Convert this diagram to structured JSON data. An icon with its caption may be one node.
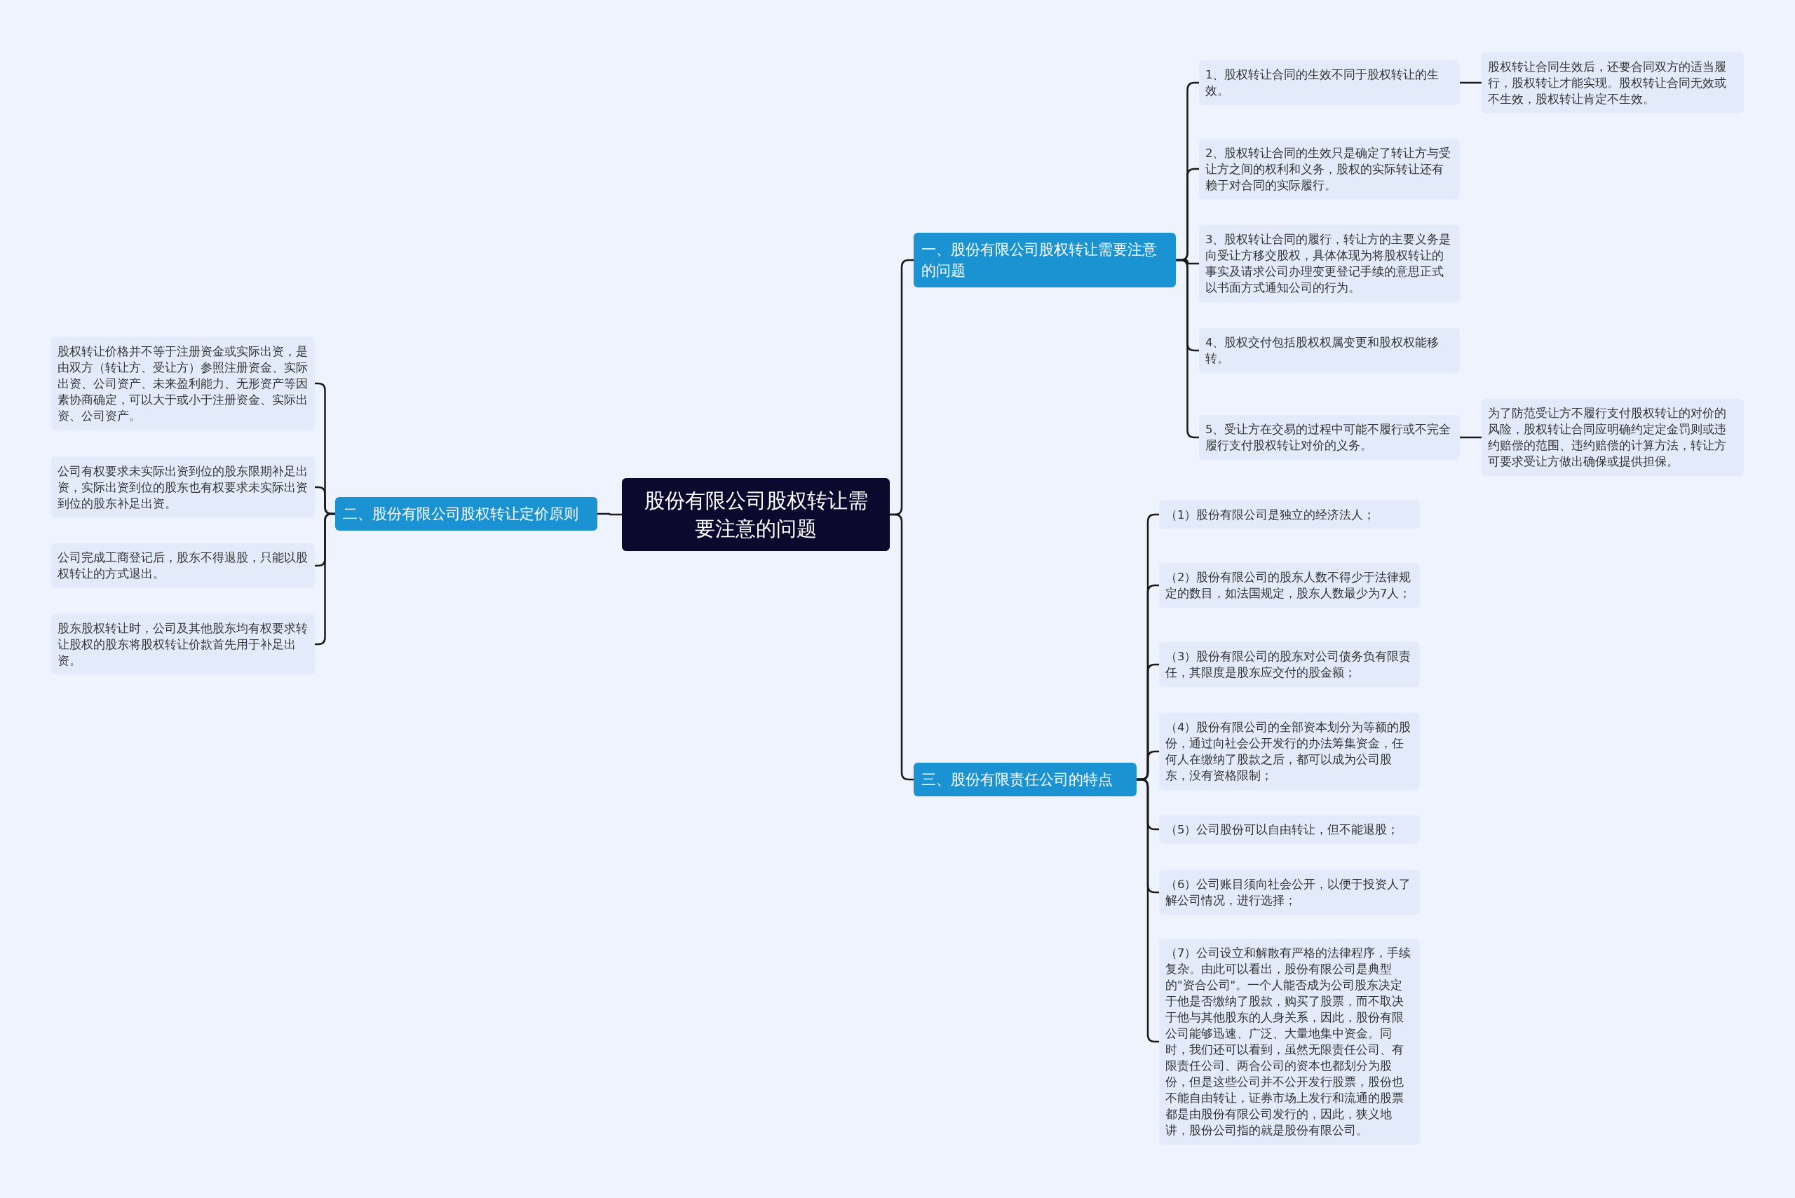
{
  "diagram": {
    "nodes": [
      {
        "text": [
          "股份有限公司股权转让需要注意的问题"
        ]
      },
      {
        "text": [
          "一、股份有限公司股权转让需要注意的问题"
        ]
      },
      {
        "text": [
          "1、股权转让合同的生效不同于股权转让的生效。"
        ]
      },
      {
        "text": [
          "股权转让合同生效后，还要合同双方的适当履行，股权转让才能实现。股权转让合同无效或不生效，股权转让肯定不生效。"
        ]
      },
      {
        "text": [
          "2、股权转让合同的生效只是确定了转让方与受让方之间的权利和义务，股权的实际转让还有赖于对合同的实际履行。"
        ]
      },
      {
        "text": [
          "3、股权转让合同的履行，转让方的主要义务是向受让方移交股权，具体体现为将股权转让的事实及请求公司办理变更登记手续的意思正式以书面方式通知公司的行为。"
        ]
      },
      {
        "text": [
          "4、股权交付包括股权权属变更和股权权能移转。"
        ]
      },
      {
        "text": [
          "5、受让方在交易的过程中可能不履行或不完全履行支付股权转让对价的义务。"
        ]
      },
      {
        "text": [
          "为了防范受让方不履行支付股权转让的对价的风险，股权转让合同应明确约定定金罚则或违约赔偿的范围、违约赔偿的计算方法，转让方可要求受让方做出确保或提供担保。"
        ]
      },
      {
        "text": [
          "二、股份有限公司股权转让定价原则"
        ]
      },
      {
        "text": [
          "股权转让价格并不等于注册资金或实际出资，是由双方（转让方、受让方）参照注册资金、实际出资、公司资产、未来盈利能力、无形资产等因素协商确定，可以大于或小于注册资金、实际出资、公司资产。"
        ]
      },
      {
        "text": [
          "公司有权要求未实际出资到位的股东限期补足出资，实际出资到位的股东也有权要求未实际出资到位的股东补足出资。"
        ]
      },
      {
        "text": [
          "公司完成工商登记后，股东不得退股，只能以股权转让的方式退出。"
        ]
      },
      {
        "text": [
          "股东股权转让时，公司及其他股东均有权要求转让股权的股东将股权转让价款首先用于补足出资。"
        ]
      },
      {
        "text": [
          "三、股份有限责任公司的特点"
        ]
      },
      {
        "text": [
          "（1）股份有限公司是独立的经济法人；"
        ]
      },
      {
        "text": [
          "（2）股份有限公司的股东人数不得少于法律规定的数目，如法国规定，股东人数最少为7人；"
        ]
      },
      {
        "text": [
          "（3）股份有限公司的股东对公司债务负有限责任，其限度是股东应交付的股金额；"
        ]
      },
      {
        "text": [
          "（4）股份有限公司的全部资本划分为等额的股份，通过向社会公开发行的办法筹集资金，任何人在缴纳了股款之后，都可以成为公司股东，没有资格限制；"
        ]
      },
      {
        "text": [
          "（5）公司股份可以自由转让，但不能退股；"
        ]
      },
      {
        "text": [
          "（6）公司账目须向社会公开，以便于投资人了解公司情况，进行选择；"
        ]
      },
      {
        "text": [
          "（7）公司设立和解散有严格的法律程序，手续复杂。由此可以看出，股份有限公司是典型的\"资合公司\"。一个人能否成为公司股东决定于他是否缴纳了股款，购买了股票，而不取决于他与其他股东的人身关系，因此，股份有限公司能够迅速、广泛、大量地集中资金。同时，我们还可以看到，虽然无限责任公司、有限责任公司、两合公司的资本也都划分为股份，但是这些公司并不公开发行股票，股份也不能自由转让，证券市场上发行和流通的股票都是由股份有限公司发行的，因此，狭义地讲，股份公司指的就是股份有限公司。"
        ]
      }
    ],
    "edges": [
      {
        "from": 0,
        "to": 1,
        "arrow": "none"
      },
      {
        "from": 0,
        "to": 9,
        "arrow": "none"
      },
      {
        "from": 0,
        "to": 14,
        "arrow": "none"
      },
      {
        "from": 1,
        "to": 2,
        "arrow": "none"
      },
      {
        "from": 1,
        "to": 4,
        "arrow": "none"
      },
      {
        "from": 1,
        "to": 5,
        "arrow": "none"
      },
      {
        "from": 1,
        "to": 6,
        "arrow": "none"
      },
      {
        "from": 1,
        "to": 7,
        "arrow": "none"
      },
      {
        "from": 2,
        "to": 3,
        "arrow": "none"
      },
      {
        "from": 7,
        "to": 8,
        "arrow": "none"
      },
      {
        "from": 9,
        "to": 10,
        "arrow": "none"
      },
      {
        "from": 9,
        "to": 11,
        "arrow": "none"
      },
      {
        "from": 9,
        "to": 12,
        "arrow": "none"
      },
      {
        "from": 9,
        "to": 13,
        "arrow": "none"
      },
      {
        "from": 14,
        "to": 15,
        "arrow": "none"
      },
      {
        "from": 14,
        "to": 16,
        "arrow": "none"
      },
      {
        "from": 14,
        "to": 17,
        "arrow": "none"
      },
      {
        "from": 14,
        "to": 18,
        "arrow": "none"
      },
      {
        "from": 14,
        "to": 19,
        "arrow": "none"
      },
      {
        "from": 14,
        "to": 20,
        "arrow": "none"
      },
      {
        "from": 14,
        "to": 21,
        "arrow": "none"
      }
    ]
  }
}
